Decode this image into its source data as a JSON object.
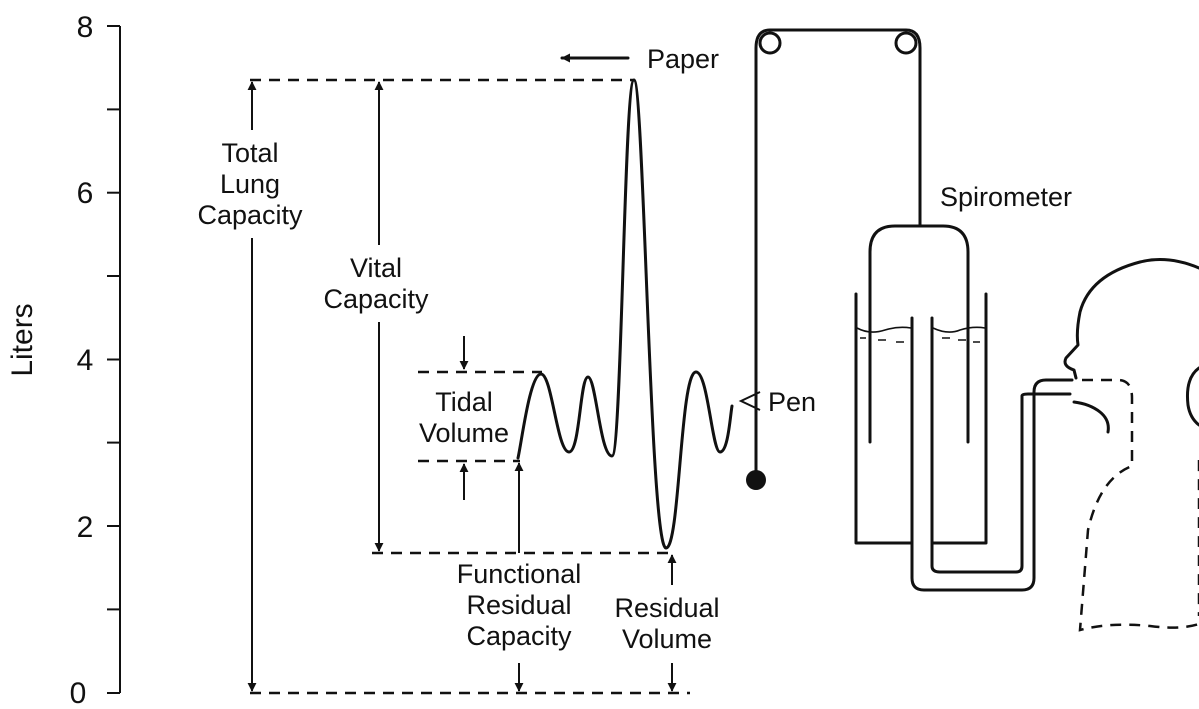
{
  "y_axis": {
    "title": "Liters",
    "ticks": [
      "0",
      "2",
      "4",
      "6",
      "8"
    ]
  },
  "labels": {
    "paper": "Paper",
    "pen": "Pen",
    "spirometer": "Spirometer",
    "total_lung_capacity": [
      "Total",
      "Lung",
      "Capacity"
    ],
    "vital_capacity": [
      "Vital",
      "Capacity"
    ],
    "tidal_volume": [
      "Tidal",
      "Volume"
    ],
    "functional_residual_capacity": [
      "Functional",
      "Residual",
      "Capacity"
    ],
    "residual_volume": [
      "Residual",
      "Volume"
    ]
  },
  "levels_liters": {
    "total_lung_capacity": 7.3,
    "tidal_top": 3.85,
    "tidal_bottom": 2.8,
    "functional_residual_capacity": 1.65,
    "residual_volume": 1.65,
    "zero": 0
  }
}
